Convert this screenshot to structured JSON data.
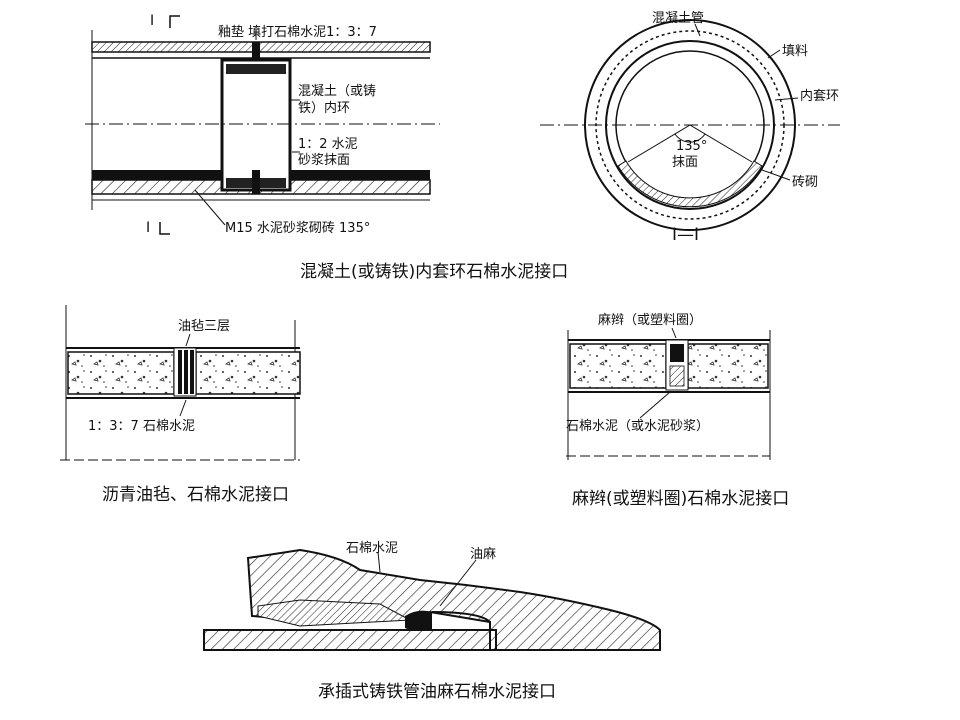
{
  "diagram1": {
    "label_joint_fill": "釉垫 填打石棉水泥1：3：7",
    "label_inner_ring_1": "混凝土（或铸",
    "label_inner_ring_2": "铁）内环",
    "label_mortar_1": "1：2 水泥",
    "label_mortar_2": "砂浆抹面",
    "label_brick": "M15 水泥砂浆砌砖 135°",
    "section_mark": "I",
    "caption": "混凝土(或铸铁)内套环石棉水泥接口"
  },
  "diagram2": {
    "label_ring_pipe": "混凝土管",
    "label_filler": "填料",
    "label_inner_ring": "内套环",
    "label_angle_1": "135°",
    "label_angle_2": "抹面",
    "label_bedding": "砖砌",
    "section_title": "I—I"
  },
  "diagram3": {
    "label_top": "油毡三层",
    "label_bottom": "1：3：7 石棉水泥",
    "caption": "沥青油毡、石棉水泥接口"
  },
  "diagram4": {
    "label_top": "麻辫（或塑料圈）",
    "label_bottom": "石棉水泥（或水泥砂浆）",
    "caption": "麻辫(或塑料圈)石棉水泥接口"
  },
  "diagram5": {
    "label_asbestos": "石棉水泥",
    "label_oakum": "油麻",
    "caption": "承插式铸铁管油麻石棉水泥接口"
  }
}
